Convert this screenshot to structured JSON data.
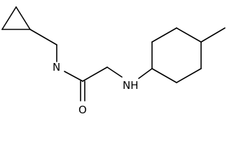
{
  "molecule": {
    "atoms": {
      "amide_n": "N",
      "amine_nh": "NH",
      "carbonyl_o": "O"
    },
    "bond_color": "#000000",
    "background": "#ffffff"
  }
}
